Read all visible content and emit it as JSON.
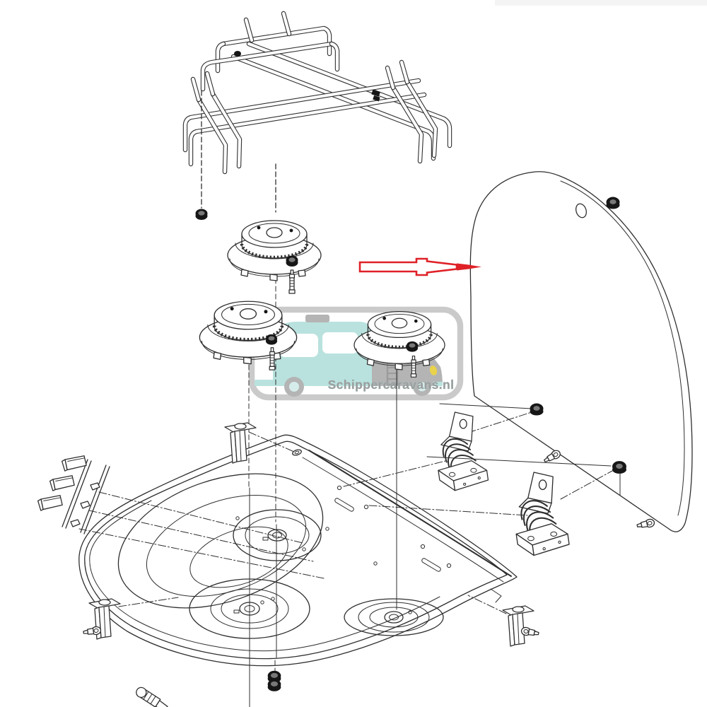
{
  "watermark": {
    "text": "Schippercaravans.nl"
  },
  "colors": {
    "line": "#2f2f2f",
    "dark": "#161616",
    "arrow_red": "#df2127",
    "wm_border": "#cacaca",
    "wm_teal": "#b9e2de",
    "wm_teal_light": "#d6ecea",
    "wm_gray": "#b4b4b4",
    "wm_text": "#9d9d9d",
    "wm_text_stroke": "#9fd0cb",
    "wm_yellow": "#e9d34c",
    "paper": "#ffffff",
    "faint_strip": "#f4f4f4"
  },
  "icons": {
    "pan_support_grid": "wireframe-trivet",
    "burner": "concentric-ellipse-burner",
    "glass_lid": "rounded-lid-outline",
    "hinge": "spring-hinge",
    "red_arrow": "pointer-arrow-right",
    "tray": "hob-basin",
    "control_knobs": "knob-rail",
    "fasteners": "nuts-screws-jets"
  }
}
